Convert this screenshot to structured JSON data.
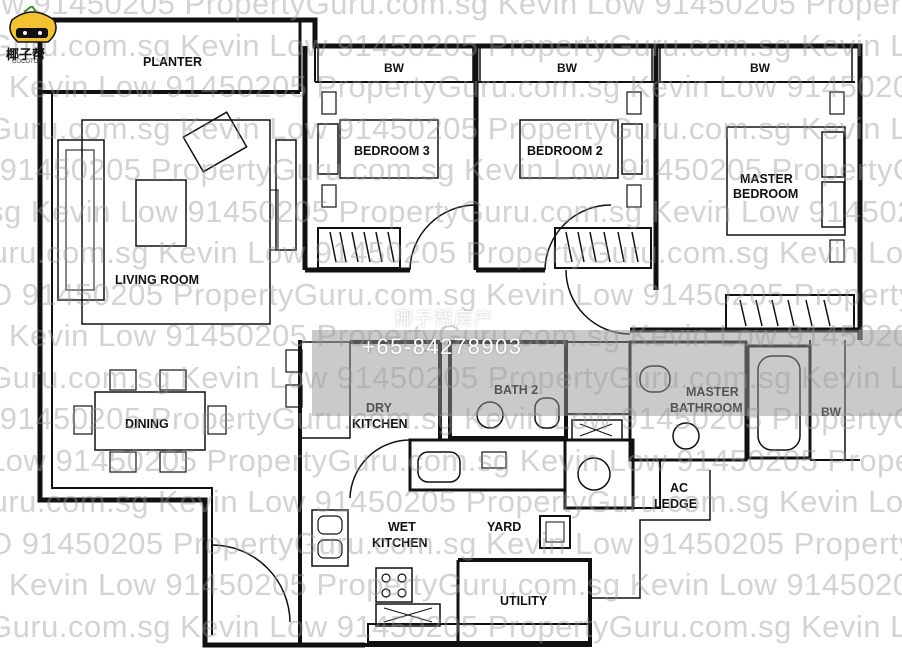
{
  "watermark": {
    "lines": [
      "Low 91450205 PropertyGuru.com.sg Kevin Low 91450205 PropertyGuru.com.sg Kevin Low 91450205 Propert",
      "Guru.com.sg Kevin Low 91450205 PropertyGuru.com.sg Kevin Low 91450205 PropertyGuru.com.sg Kevin Low 9145",
      "sg Kevin Low 91450205 PropertyGuru.com.sg Kevin Low 91450205 PropertyGuru.com.sg Kevin Low 91450205 Prope",
      "Guru.com.sg Kevin Low 91450205 PropertyGuru.com.sg Kevin Low 91450205 PropertyGuru.com.sg Kevin Low 91450",
      "O 91450205 PropertyGuru.com.sg Kevin Low 91450205 PropertyGuru.com.sg Kevin Low 91450205 PropertyGuru.com",
      "sg Kevin Low 91450205 PropertyGuru.com.sg Kevin Low 91450205 PropertyGuru.com.sg Kevin Low 91450205 Prope",
      "Guru.com.sg Kevin Low 91450205 PropertyGuru.com.sg Kevin Low 91450205 PropertyGuru.com.sg Kevin Low 91450",
      "O 91450205 PropertyGuru.com.sg Kevin Low 91450205 PropertyGuru.com.sg Kevin Low 91450205 PropertyGuru.com",
      "sg Kevin Low 91450205 PropertyGuru.com.sg Kevin Low 91450205 PropertyGuru.com.sg Kevin Low 91450205 Prope",
      "Guru.com.sg Kevin Low 91450205 PropertyGuru.com.sg Kevin Low 91450205 PropertyGuru.com.sg Kevin Low 91450",
      "O 91450205 PropertyGuru.com.sg Kevin Low 91450205 PropertyGuru.com.sg Kevin Low 91450205 PropertyGuru.com",
      "Low 91450205 PropertyGuru.com.sg Kevin Low 91450205 PropertyGuru.com.sg Kevin Low 91450205 Propert",
      "Guru.com.sg Kevin Low 91450205 PropertyGuru.com.sg Kevin Low 91450205 PropertyGuru.com.sg Kevin Low 9145",
      "O 91450205 PropertyGuru.com.sg Kevin Low 91450205 PropertyGuru.com.sg Kevin Low 91450205 PropertyGuru.com",
      "sg Kevin Low 91450205 PropertyGuru.com.sg Kevin Low 91450205 PropertyGuru.com.sg Kevin Low 91450205 Prope",
      "Guru.com.sg Kevin Low 91450205 PropertyGuru.com.sg Kevin Low 91450205 PropertyGuru.com.sg Kevin Low 91450"
    ]
  },
  "logo": {
    "name": "椰子帮",
    "sub": "COCOTOP"
  },
  "promo": {
    "name": "椰子帮房产",
    "phone": "+65-84278903"
  },
  "labels": {
    "planter": "PLANTER",
    "bw": "BW",
    "bedroom3": "BEDROOM 3",
    "bedroom2": "BEDROOM 2",
    "master_line1": "MASTER",
    "master_line2": "BEDROOM",
    "living_room": "LIVING ROOM",
    "dining": "DINING",
    "dry_line1": "DRY",
    "dry_line2": "KITCHEN",
    "bath2": "BATH 2",
    "master_bath_line1": "MASTER",
    "master_bath_line2": "BATHROOM",
    "ac_line1": "AC",
    "ac_line2": "LEDGE",
    "yard": "YARD",
    "wet_line1": "WET",
    "wet_line2": "KITCHEN",
    "utility": "UTILITY"
  },
  "colors": {
    "wall": "#111111",
    "watermark": "#969696",
    "promo_band": "#969696",
    "promo_text": "#ffffff"
  }
}
